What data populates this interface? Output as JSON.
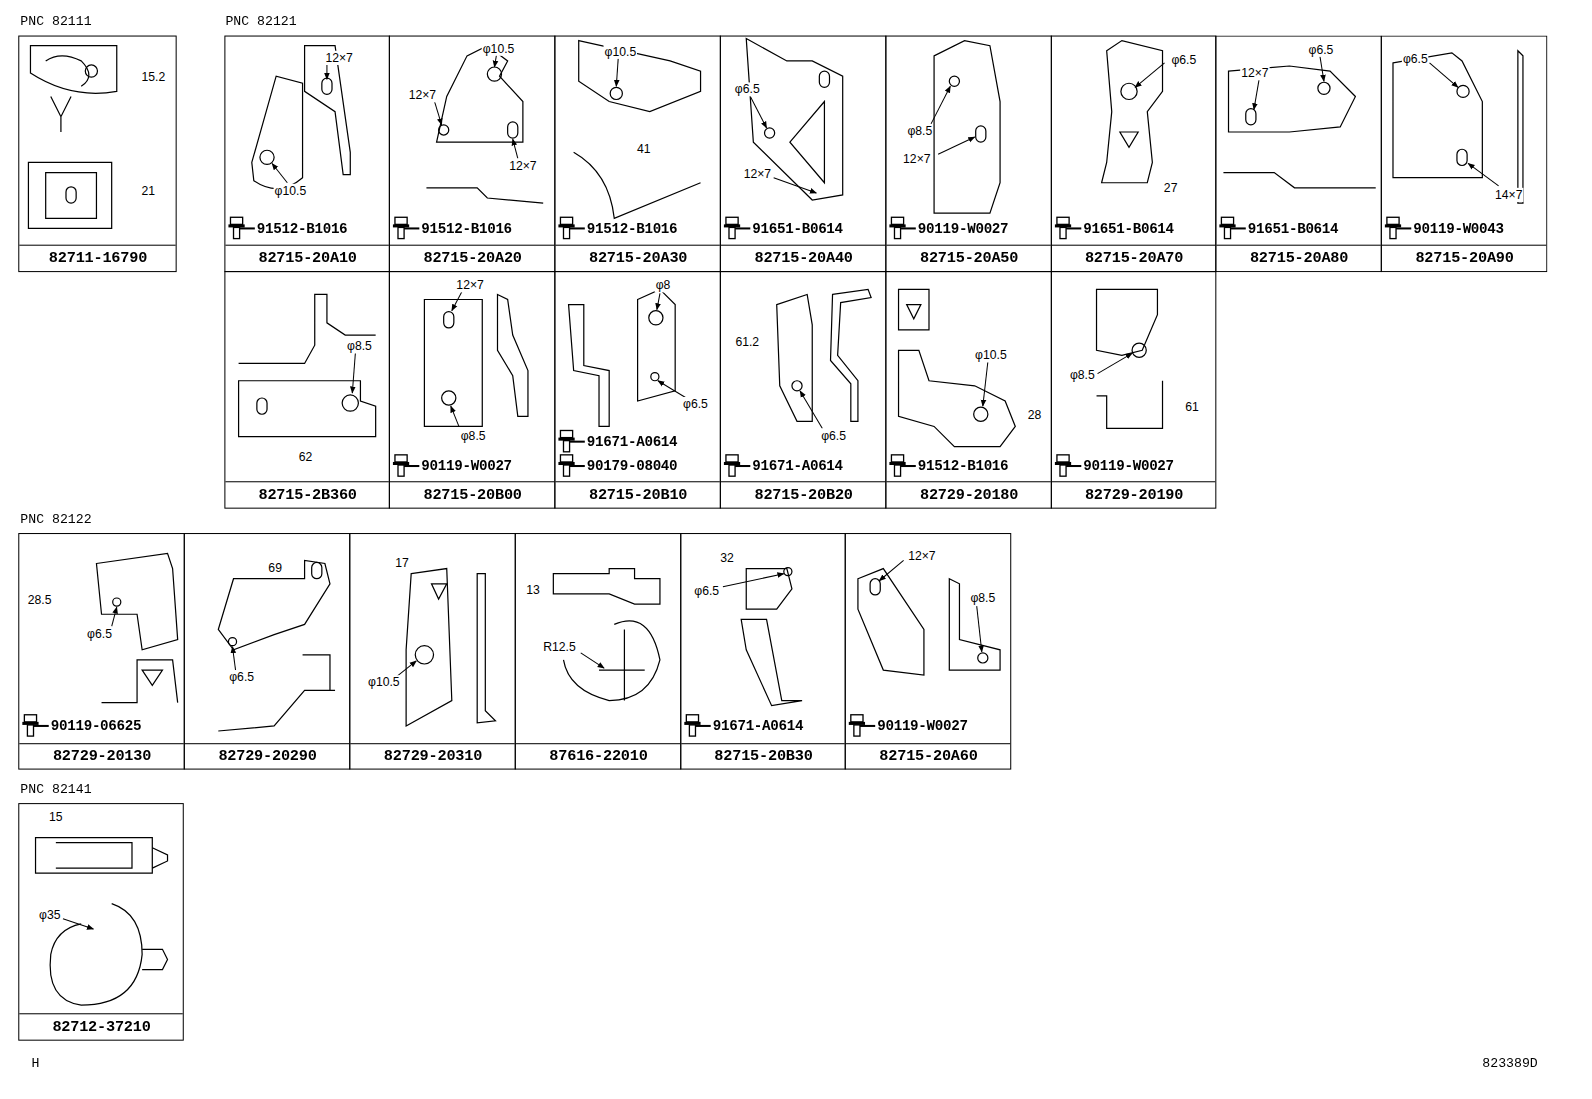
{
  "diagram": {
    "nodes": [
      {
        "text": [
          "15.2",
          "21",
          "82711-16790"
        ]
      },
      {
        "text": [
          "12×7",
          "φ10.5",
          "91512-B1016",
          "82715-20A10"
        ]
      },
      {
        "text": [
          "φ10.5",
          "12×7",
          "12×7",
          "91512-B1016",
          "82715-20A20"
        ]
      },
      {
        "text": [
          "φ10.5",
          "41",
          "91512-B1016",
          "82715-20A30"
        ]
      },
      {
        "text": [
          "φ6.5",
          "12×7",
          "91651-B0614",
          "82715-20A40"
        ]
      },
      {
        "text": [
          "φ8.5",
          "12×7",
          "90119-W0027",
          "82715-20A50"
        ]
      },
      {
        "text": [
          "φ6.5",
          "27",
          "91651-B0614",
          "82715-20A70"
        ]
      },
      {
        "text": [
          "φ6.5",
          "12×7",
          "91651-B0614",
          "82715-20A80"
        ]
      },
      {
        "text": [
          "φ6.5",
          "14×7",
          "90119-W0043",
          "82715-20A90"
        ]
      },
      {
        "text": [
          "φ8.5",
          "62",
          "82715-2B360"
        ]
      },
      {
        "text": [
          "12×7",
          "φ8.5",
          "90119-W0027",
          "82715-20B00"
        ]
      },
      {
        "text": [
          "φ8",
          "φ6.5",
          "91671-A0614",
          "90179-08040",
          "82715-20B10"
        ]
      },
      {
        "text": [
          "61.2",
          "φ6.5",
          "91671-A0614",
          "82715-20B20"
        ]
      },
      {
        "text": [
          "φ10.5",
          "28",
          "91512-B1016",
          "82729-20180"
        ]
      },
      {
        "text": [
          "φ8.5",
          "61",
          "90119-W0027",
          "82729-20190"
        ]
      },
      {
        "text": [
          "28.5",
          "φ6.5",
          "90119-06625",
          "82729-20130"
        ]
      },
      {
        "text": [
          "69",
          "φ6.5",
          "82729-20290"
        ]
      },
      {
        "text": [
          "17",
          "φ10.5",
          "82729-20310"
        ]
      },
      {
        "text": [
          "13",
          "R12.5",
          "87616-22010"
        ]
      },
      {
        "text": [
          "32",
          "φ6.5",
          "91671-A0614",
          "82715-20B30"
        ]
      },
      {
        "text": [
          "12×7",
          "φ8.5",
          "90119-W0027",
          "82715-20A60"
        ]
      },
      {
        "text": [
          "15",
          "φ35",
          "82712-37210"
        ]
      }
    ],
    "labels": [
      "PNC 82111",
      "PNC 82121",
      "PNC 82122",
      "PNC 82141",
      "H",
      "823389D"
    ]
  }
}
